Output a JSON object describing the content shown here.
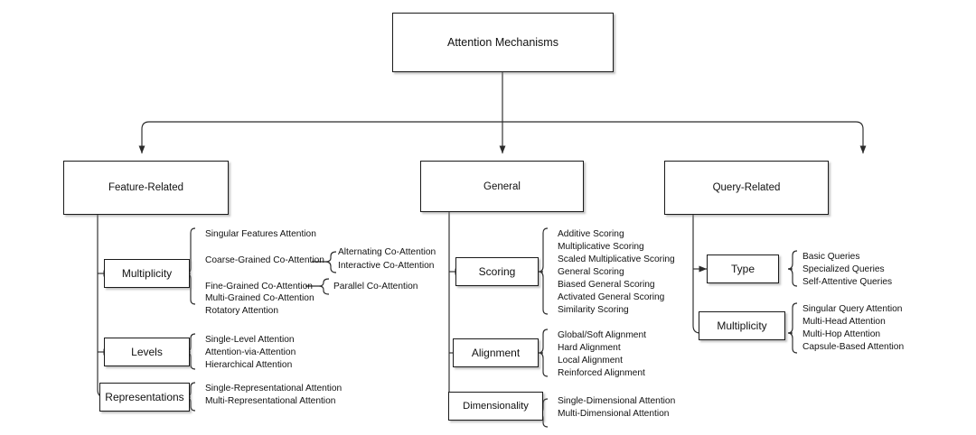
{
  "diagram": {
    "title": "Attention Mechanisms Taxonomy",
    "root": {
      "label": "Attention Mechanisms"
    },
    "branches": [
      {
        "id": "feature-related",
        "label": "Feature-Related",
        "categories": [
          {
            "id": "multiplicity-feature",
            "label": "Multiplicity",
            "leaves": [
              {
                "label": "Singular Features Attention",
                "children": []
              },
              {
                "label": "Coarse-Grained Co-Attention",
                "children": [
                  "Alternating Co-Attention",
                  "Interactive Co-Attention"
                ]
              },
              {
                "label": "Fine-Grained Co-Attention",
                "children": [
                  "Parallel Co-Attention"
                ]
              },
              {
                "label": "Multi-Grained Co-Attention",
                "children": []
              },
              {
                "label": "Rotatory Attention",
                "children": []
              }
            ]
          },
          {
            "id": "levels",
            "label": "Levels",
            "leaves": [
              {
                "label": "Single-Level Attention",
                "children": []
              },
              {
                "label": "Attention-via-Attention",
                "children": []
              },
              {
                "label": "Hierarchical Attention",
                "children": []
              }
            ]
          },
          {
            "id": "representations",
            "label": "Representations",
            "leaves": [
              {
                "label": "Single-Representational Attention",
                "children": []
              },
              {
                "label": "Multi-Representational Attention",
                "children": []
              }
            ]
          }
        ]
      },
      {
        "id": "general",
        "label": "General",
        "categories": [
          {
            "id": "scoring",
            "label": "Scoring",
            "leaves": [
              {
                "label": "Additive Scoring",
                "children": []
              },
              {
                "label": "Multiplicative Scoring",
                "children": []
              },
              {
                "label": "Scaled Multiplicative Scoring",
                "children": []
              },
              {
                "label": "General Scoring",
                "children": []
              },
              {
                "label": "Biased General Scoring",
                "children": []
              },
              {
                "label": "Activated General Scoring",
                "children": []
              },
              {
                "label": "Similarity Scoring",
                "children": []
              }
            ]
          },
          {
            "id": "alignment",
            "label": "Alignment",
            "leaves": [
              {
                "label": "Global/Soft Alignment",
                "children": []
              },
              {
                "label": "Hard Alignment",
                "children": []
              },
              {
                "label": "Local Alignment",
                "children": []
              },
              {
                "label": "Reinforced Alignment",
                "children": []
              }
            ]
          },
          {
            "id": "dimensionality",
            "label": "Dimensionality",
            "leaves": [
              {
                "label": "Single-Dimensional Attention",
                "children": []
              },
              {
                "label": "Multi-Dimensional Attention",
                "children": []
              }
            ]
          }
        ]
      },
      {
        "id": "query-related",
        "label": "Query-Related",
        "categories": [
          {
            "id": "type",
            "label": "Type",
            "leaves": [
              {
                "label": "Basic Queries",
                "children": []
              },
              {
                "label": "Specialized Queries",
                "children": []
              },
              {
                "label": "Self-Attentive Queries",
                "children": []
              }
            ]
          },
          {
            "id": "multiplicity-query",
            "label": "Multiplicity",
            "leaves": [
              {
                "label": "Singular Query Attention",
                "children": []
              },
              {
                "label": "Multi-Head Attention",
                "children": []
              },
              {
                "label": "Multi-Hop Attention",
                "children": []
              },
              {
                "label": "Capsule-Based Attention",
                "children": []
              }
            ]
          }
        ]
      }
    ],
    "colors": {
      "background": "#ffffff",
      "box_border": "#1a1a1a",
      "box_fill": "#ffffff",
      "connector": "#2b2b2b",
      "text": "#111111"
    }
  }
}
